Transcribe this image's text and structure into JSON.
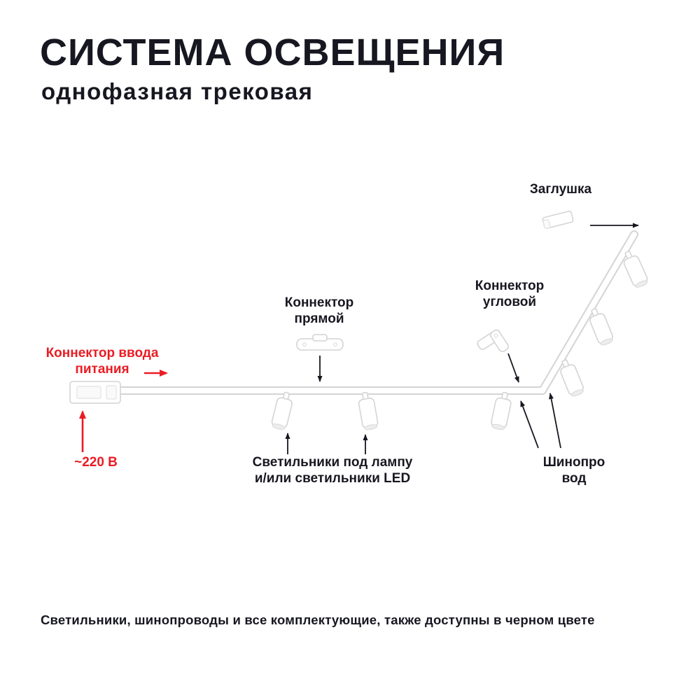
{
  "header": {
    "title": "СИСТЕМА ОСВЕЩЕНИЯ",
    "subtitle": "однофазная трековая"
  },
  "diagram": {
    "endcap_label": "Заглушка",
    "corner_connector": {
      "line1": "Коннектор",
      "line2": "угловой"
    },
    "straight_connector": {
      "line1": "Коннектор",
      "line2": "прямой"
    },
    "power_connector": {
      "line1": "Коннектор ввода",
      "line2": "питания"
    },
    "voltage_label": "~220 В",
    "fixtures": {
      "line1": "Светильники под лампу",
      "line2": "и/или светильники LED"
    },
    "track": {
      "line1": "Шинопро",
      "line2": "вод"
    }
  },
  "footer": {
    "note": "Светильники, шинопроводы и все комплектующие, также доступны в черном цвете"
  },
  "colors": {
    "text": "#171721",
    "accent_red": "#ea1c24",
    "outline_gray": "#d4d4d4",
    "fill_white": "#ffffff"
  }
}
